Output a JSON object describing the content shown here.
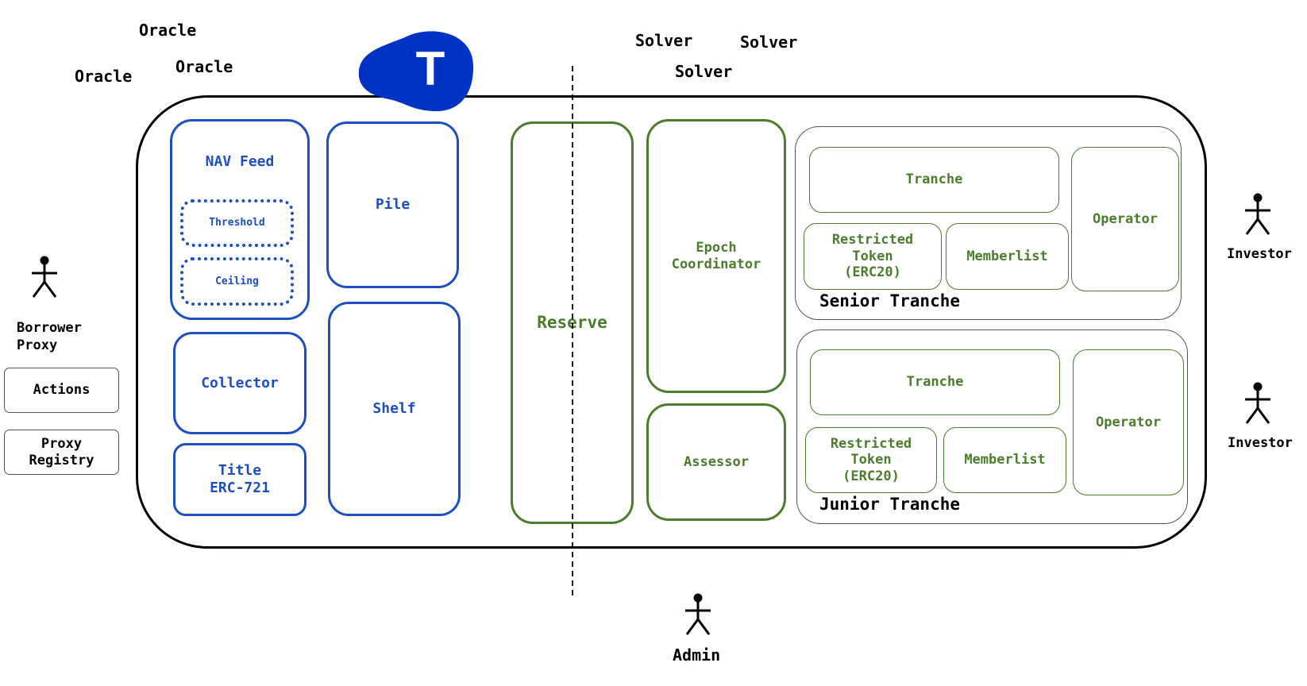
{
  "oracles": [
    "Oracle",
    "Oracle",
    "Oracle"
  ],
  "solvers": [
    "Solver",
    "Solver",
    "Solver"
  ],
  "logo": {
    "letter": "T",
    "color": "#0033c4"
  },
  "borrower": {
    "label_line1": "Borrower",
    "label_line2": "Proxy"
  },
  "side_buttons": {
    "actions": "Actions",
    "proxy_line1": "Proxy",
    "proxy_line2": "Registry"
  },
  "blue_modules": {
    "nav_feed": "NAV Feed",
    "threshold": "Threshold",
    "ceiling": "Ceiling",
    "pile": "Pile",
    "collector": "Collector",
    "shelf": "Shelf",
    "title_line1": "Title",
    "title_line2": "ERC-721"
  },
  "green_modules": {
    "reserve": "Reserve",
    "epoch_line1": "Epoch",
    "epoch_line2": "Coordinator",
    "assessor": "Assessor"
  },
  "senior": {
    "group_label": "Senior Tranche",
    "tranche": "Tranche",
    "operator": "Operator",
    "token_line1": "Restricted",
    "token_line2": "Token",
    "token_line3": "(ERC20)",
    "memberlist": "Memberlist"
  },
  "junior": {
    "group_label": "Junior Tranche",
    "tranche": "Tranche",
    "operator": "Operator",
    "token_line1": "Restricted",
    "token_line2": "Token",
    "token_line3": "(ERC20)",
    "memberlist": "Memberlist"
  },
  "investors": [
    "Investor",
    "Investor"
  ],
  "admin": "Admin",
  "colors": {
    "blue": "#1e4fc0",
    "green": "#4a7d2c",
    "black": "#000000"
  }
}
